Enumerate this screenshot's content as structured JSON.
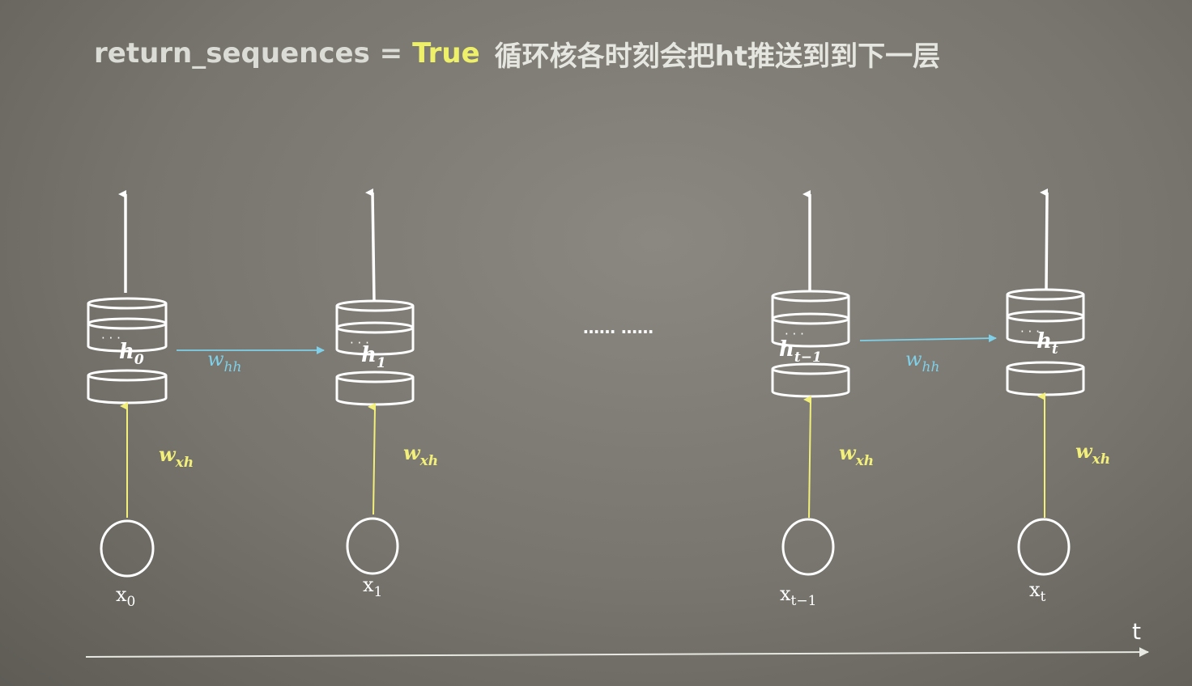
{
  "header": {
    "code": "return_sequences = ",
    "value": "True",
    "description": "循环核各时刻会把ht推送到到下一层"
  },
  "colors": {
    "white": "#ffffff",
    "yellow": "#f2f07a",
    "cyan": "#7fd0e8",
    "background": "#7d7b73"
  },
  "cells": [
    {
      "input": "x",
      "input_sub": "0",
      "hidden": "h",
      "hidden_sub": "0",
      "weight": "w",
      "weight_sub": "xh"
    },
    {
      "input": "x",
      "input_sub": "1",
      "hidden": "h",
      "hidden_sub": "1",
      "weight": "w",
      "weight_sub": "xh"
    },
    {
      "input": "x",
      "input_sub": "t−1",
      "hidden": "h",
      "hidden_sub": "t−1",
      "weight": "w",
      "weight_sub": "xh"
    },
    {
      "input": "x",
      "input_sub": "t",
      "hidden": "h",
      "hidden_sub": "t",
      "weight": "w",
      "weight_sub": "xh"
    }
  ],
  "recurrent": [
    {
      "weight": "w",
      "weight_sub": "hh"
    },
    {
      "weight": "w",
      "weight_sub": "hh"
    }
  ],
  "ellipsis": "…… ……",
  "cell_dots": "· · ·",
  "time_axis": {
    "label": "t"
  }
}
